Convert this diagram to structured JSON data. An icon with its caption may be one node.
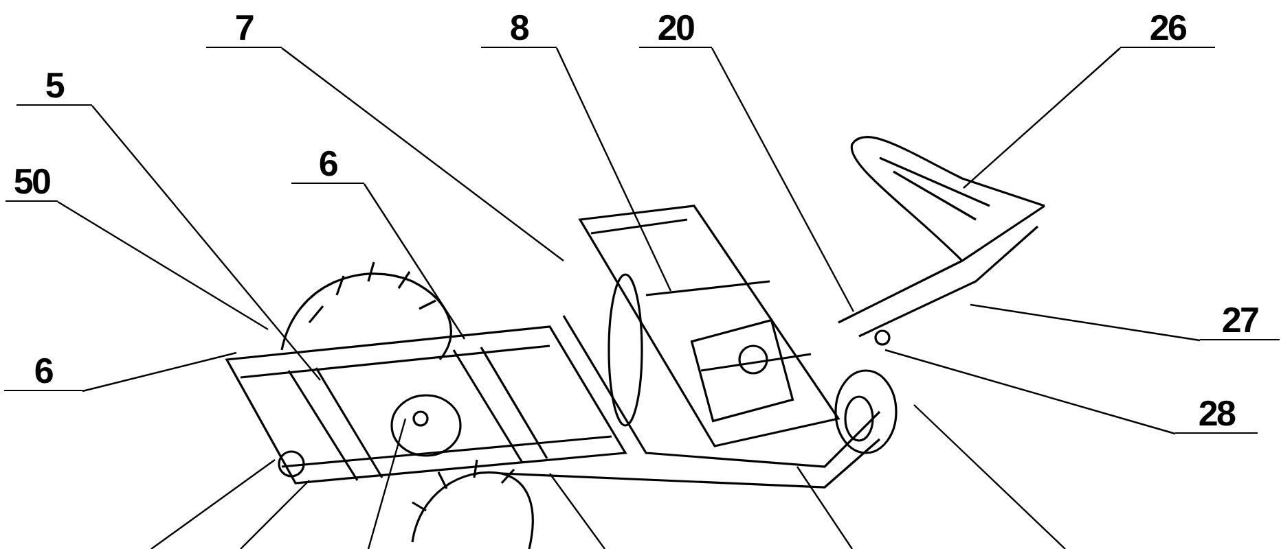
{
  "diagram": {
    "nodes": [
      {
        "text": [
          "7"
        ]
      },
      {
        "text": [
          "8"
        ]
      },
      {
        "text": [
          "20"
        ]
      },
      {
        "text": [
          "26"
        ]
      },
      {
        "text": [
          "5"
        ]
      },
      {
        "text": [
          "6"
        ]
      },
      {
        "text": [
          "50"
        ]
      },
      {
        "text": [
          "27"
        ]
      },
      {
        "text": [
          "6"
        ]
      },
      {
        "text": [
          "28"
        ]
      }
    ],
    "edges": [
      {
        "from": 0,
        "to": null,
        "arrow": "none"
      },
      {
        "from": 1,
        "to": null,
        "arrow": "none"
      },
      {
        "from": 2,
        "to": null,
        "arrow": "none"
      },
      {
        "from": 3,
        "to": null,
        "arrow": "none"
      },
      {
        "from": 4,
        "to": null,
        "arrow": "none"
      },
      {
        "from": 5,
        "to": null,
        "arrow": "none"
      },
      {
        "from": 6,
        "to": null,
        "arrow": "none"
      },
      {
        "from": 7,
        "to": null,
        "arrow": "none"
      },
      {
        "from": 8,
        "to": null,
        "arrow": "none"
      },
      {
        "from": 9,
        "to": null,
        "arrow": "none"
      }
    ]
  }
}
